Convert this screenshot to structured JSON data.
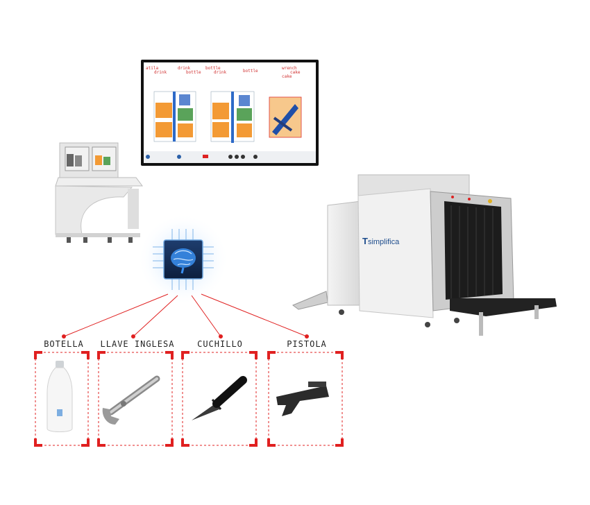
{
  "brand": {
    "prefix": "T",
    "name": "simplifica"
  },
  "scan_screen": {
    "bags": [
      {
        "labels": [
          "atila",
          "drink"
        ]
      },
      {
        "labels": [
          "drink",
          "bottle"
        ]
      },
      {
        "labels": [
          "bottle",
          "drink"
        ]
      },
      {
        "labels": [
          "bottle"
        ]
      },
      {
        "labels": [
          "wrench",
          "cake",
          "cake"
        ]
      }
    ]
  },
  "categories": [
    {
      "label": "BOTELLA",
      "icon": "bottle-icon"
    },
    {
      "label": "LLAVE INGLESA",
      "icon": "wrench-icon"
    },
    {
      "label": "CUCHILLO",
      "icon": "knife-icon"
    },
    {
      "label": "PISTOLA",
      "icon": "pistol-icon"
    }
  ],
  "colors": {
    "accent": "#e02020",
    "machine": "#e9e9e9",
    "belt": "#2a2a2a",
    "chip": "#2f7fd6"
  }
}
